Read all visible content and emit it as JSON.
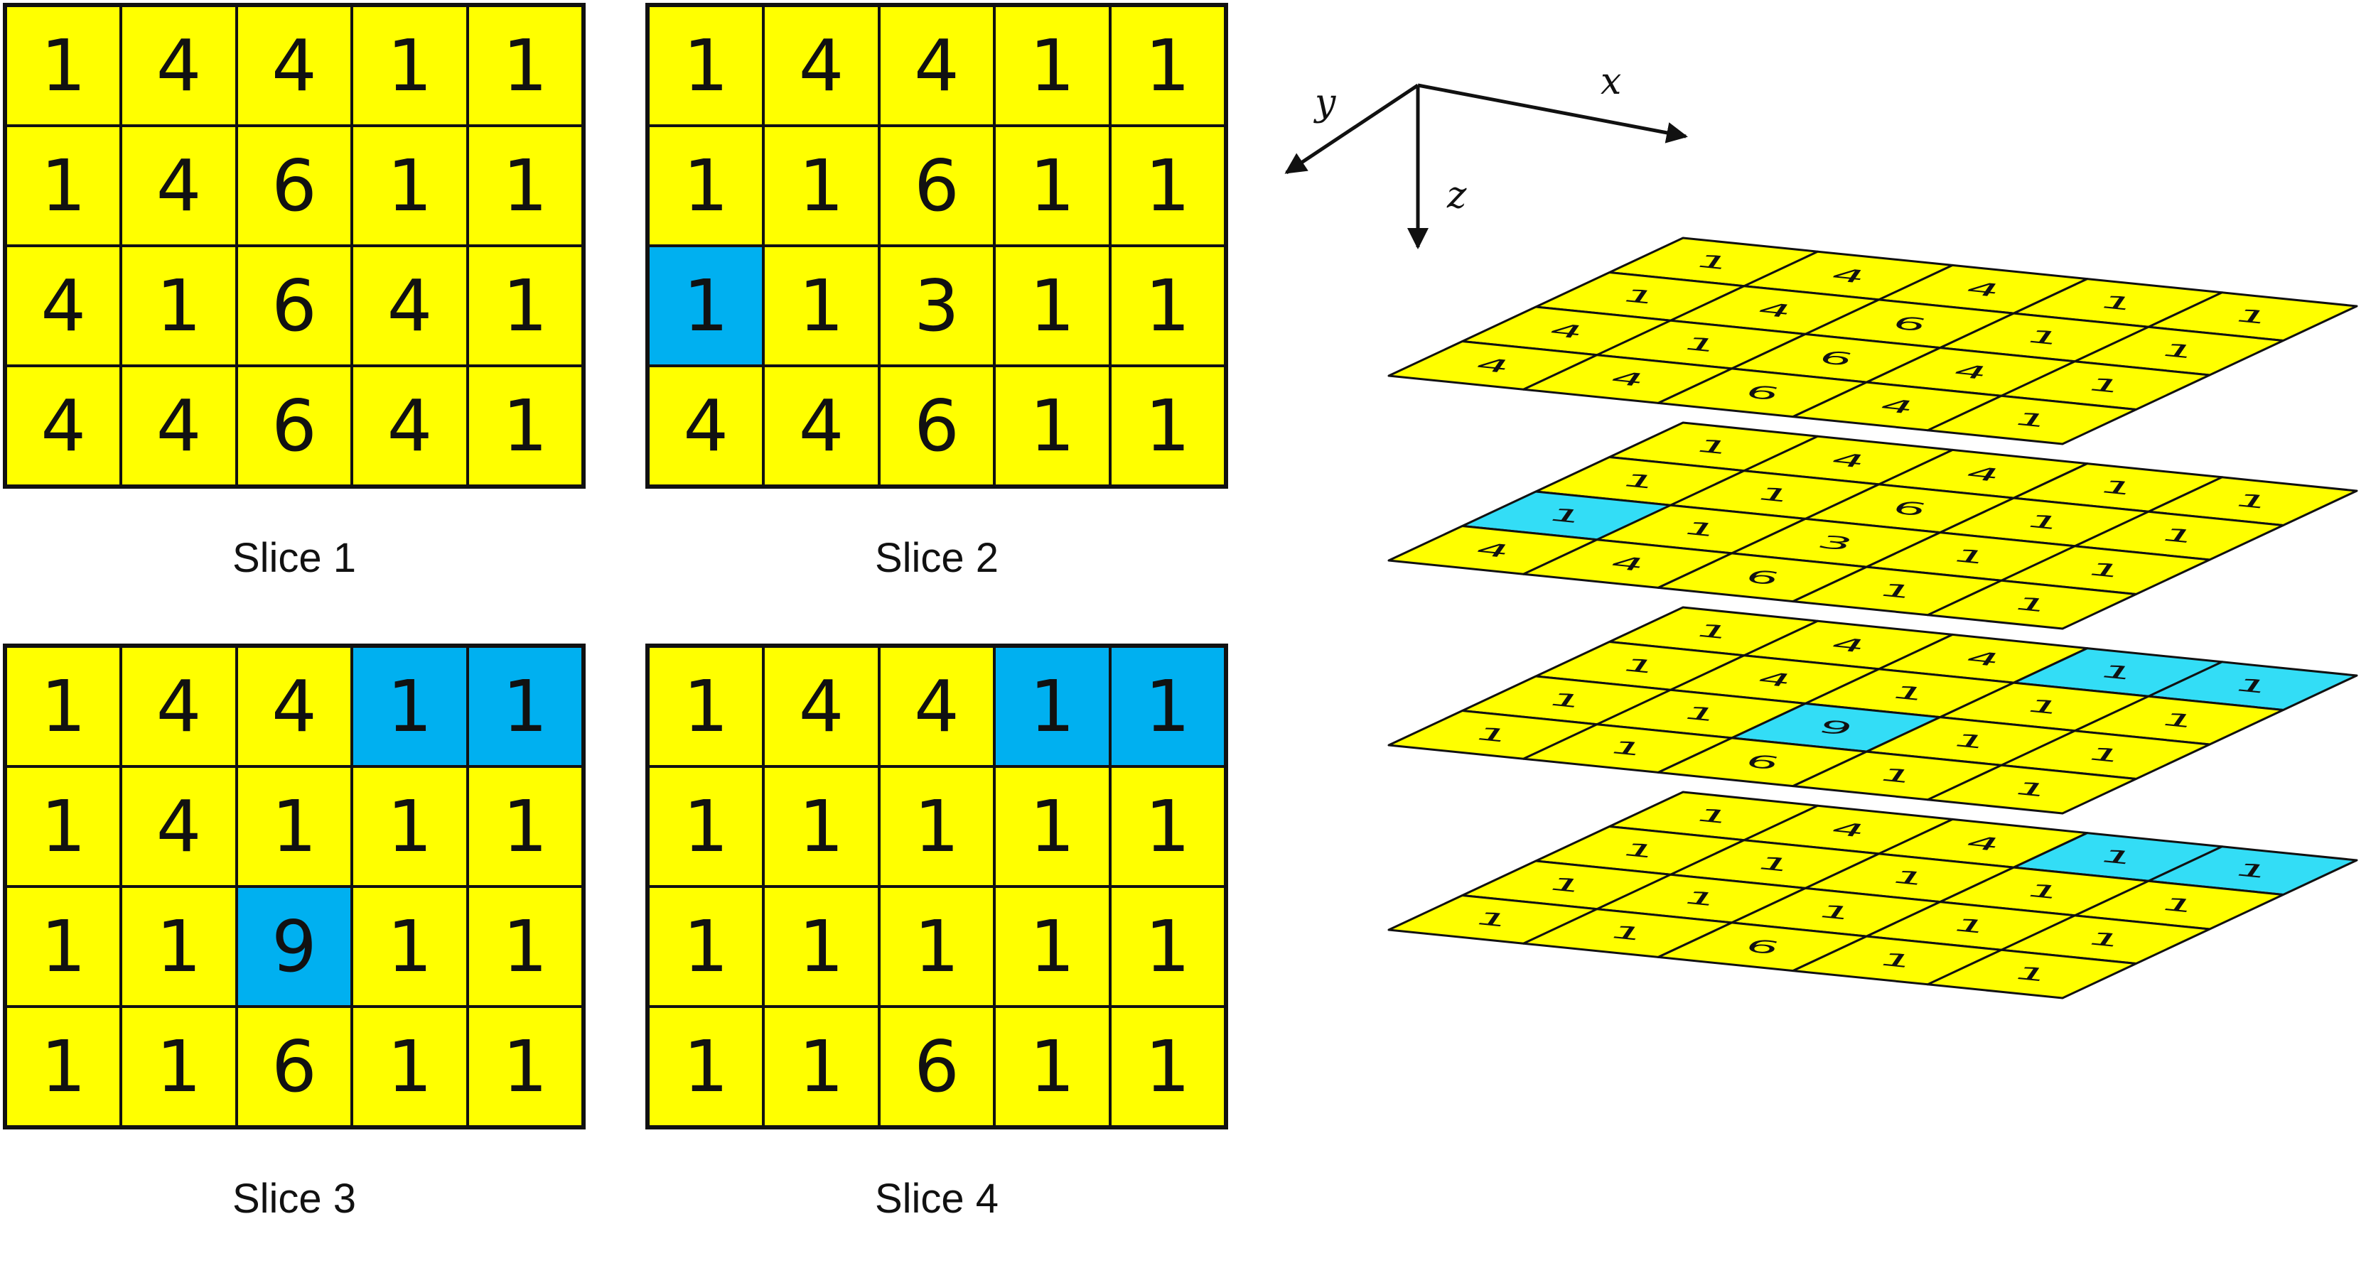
{
  "colors": {
    "base": "#ffff00",
    "highlight": "#00b0f0",
    "highlight_3d": "#33ddf6",
    "line": "#111111"
  },
  "axes": {
    "x_label": "x",
    "y_label": "y",
    "z_label": "z"
  },
  "slices": [
    {
      "label": "Slice 1",
      "rows": [
        [
          1,
          4,
          4,
          1,
          1
        ],
        [
          1,
          4,
          6,
          1,
          1
        ],
        [
          4,
          1,
          6,
          4,
          1
        ],
        [
          4,
          4,
          6,
          4,
          1
        ]
      ],
      "highlight": [
        [
          0,
          0,
          0,
          0,
          0
        ],
        [
          0,
          0,
          0,
          0,
          0
        ],
        [
          0,
          0,
          0,
          0,
          0
        ],
        [
          0,
          0,
          0,
          0,
          0
        ]
      ]
    },
    {
      "label": "Slice 2",
      "rows": [
        [
          1,
          4,
          4,
          1,
          1
        ],
        [
          1,
          1,
          6,
          1,
          1
        ],
        [
          1,
          1,
          3,
          1,
          1
        ],
        [
          4,
          4,
          6,
          1,
          1
        ]
      ],
      "highlight": [
        [
          0,
          0,
          0,
          0,
          0
        ],
        [
          0,
          0,
          0,
          0,
          0
        ],
        [
          1,
          0,
          0,
          0,
          0
        ],
        [
          0,
          0,
          0,
          0,
          0
        ]
      ]
    },
    {
      "label": "Slice 3",
      "rows": [
        [
          1,
          4,
          4,
          1,
          1
        ],
        [
          1,
          4,
          1,
          1,
          1
        ],
        [
          1,
          1,
          9,
          1,
          1
        ],
        [
          1,
          1,
          6,
          1,
          1
        ]
      ],
      "highlight": [
        [
          0,
          0,
          0,
          1,
          1
        ],
        [
          0,
          0,
          0,
          0,
          0
        ],
        [
          0,
          0,
          1,
          0,
          0
        ],
        [
          0,
          0,
          0,
          0,
          0
        ]
      ]
    },
    {
      "label": "Slice 4",
      "rows": [
        [
          1,
          4,
          4,
          1,
          1
        ],
        [
          1,
          1,
          1,
          1,
          1
        ],
        [
          1,
          1,
          1,
          1,
          1
        ],
        [
          1,
          1,
          6,
          1,
          1
        ]
      ],
      "highlight": [
        [
          0,
          0,
          0,
          1,
          1
        ],
        [
          0,
          0,
          0,
          0,
          0
        ],
        [
          0,
          0,
          0,
          0,
          0
        ],
        [
          0,
          0,
          0,
          0,
          0
        ]
      ]
    }
  ]
}
